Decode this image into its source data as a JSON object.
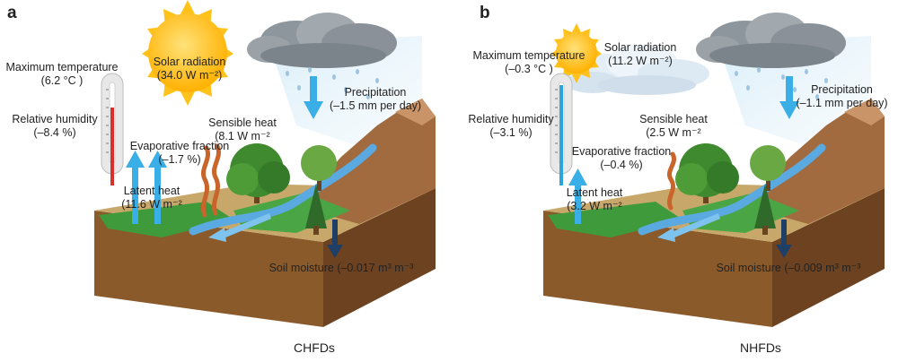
{
  "panels": [
    {
      "letter": "a",
      "caption": "CHFDs",
      "max_temp_label": "Maximum temperature",
      "max_temp_value": "(6.2 °C )",
      "rel_humidity_label": "Relative humidity",
      "rel_humidity_value": "(–8.4 %)",
      "solar_label": "Solar radiation",
      "solar_value": "(34.0 W m⁻²)",
      "precip_label": "Precipitation",
      "precip_value": "(–1.5 mm per day)",
      "sensible_label": "Sensible heat",
      "sensible_value": "(8.1 W m⁻²",
      "evap_label": "Evaporative fraction",
      "evap_value": "(–1.7 %)",
      "latent_label": "Latent heat",
      "latent_value": "(11.6 W m⁻²",
      "soil_label": "Soil moisture (–0.017 m³ m⁻³"
    },
    {
      "letter": "b",
      "caption": "NHFDs",
      "max_temp_label": "Maximum temperature",
      "max_temp_value": "(–0.3 °C )",
      "rel_humidity_label": "Relative humidity",
      "rel_humidity_value": "(–3.1 %)",
      "solar_label": "Solar radiation",
      "solar_value": "(11.2 W m⁻²)",
      "precip_label": "Precipitation",
      "precip_value": "(–1.1 mm per day)",
      "sensible_label": "Sensible heat",
      "sensible_value": "(2.5 W m⁻²",
      "evap_label": "Evaporative fraction",
      "evap_value": "(–0.4 %)",
      "latent_label": "Latent heat",
      "latent_value": "(3.2 W m⁻²",
      "soil_label": "Soil moisture (–0.009 m³ m⁻³"
    }
  ],
  "colors": {
    "soil_side": "#8b5a2b",
    "soil_top": "#c8a86a",
    "grass": "#3f9a3c",
    "mountain": "#a26b3f",
    "arrow_blue": "#3aaee6",
    "arrow_navy": "#1f3f66",
    "sun_yellow": "#ffc21a",
    "heat_orange": "#c9642b",
    "thermo_red": "#d8312b",
    "thermo_blue": "#2aa6dc"
  }
}
